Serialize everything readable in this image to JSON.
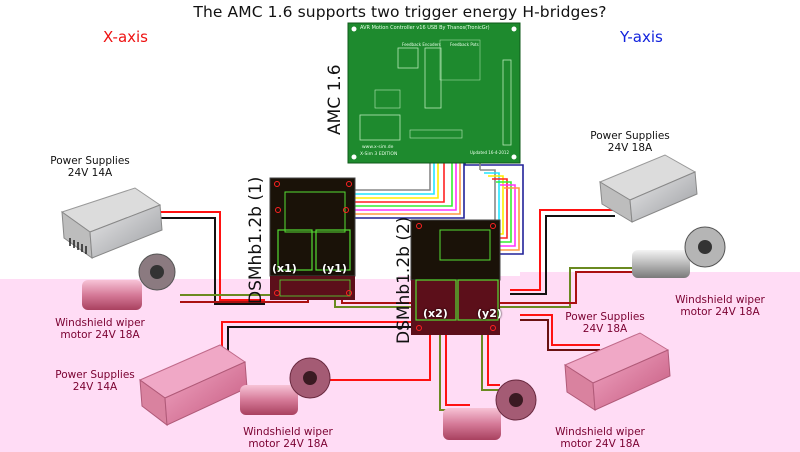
{
  "title": "The AMC 1.6 supports two trigger energy H-bridges?",
  "axes": {
    "x_axis_label": "X-axis",
    "y_axis_label": "Y-axis",
    "x_axis_color": "#ee1111",
    "y_axis_color": "#1122dd"
  },
  "controller": {
    "label": "AMC 1.6",
    "board_title": "AVR Motion Controller v16 USB  By Thanos(TronicGr)",
    "website": "www.x-sim.de",
    "edition": "X-Sim 3 EDITION",
    "updated": "Updated 16-4-2012",
    "section_left": "Feedback Encoders",
    "section_right": "Feedback Pots",
    "board_color": "#1e8a2e"
  },
  "hbridges": [
    {
      "label": "DSMhb1.2b (1)",
      "channels": [
        "(x1)",
        "(y1)"
      ]
    },
    {
      "label": "DSMhb1.2b (2)",
      "channels": [
        "(x2)",
        "(y2)"
      ]
    }
  ],
  "components": {
    "psu_x_top": {
      "line1": "Power Supplies",
      "line2": "24V 14A"
    },
    "psu_y_top": {
      "line1": "Power Supplies",
      "line2": "24V 18A"
    },
    "psu_x_bottom": {
      "line1": "Power Supplies",
      "line2": "24V 14A"
    },
    "psu_y_bottom": {
      "line1": "Power Supplies",
      "line2": "24V 18A"
    },
    "motor_x_top": {
      "line1": "Windshield wiper",
      "line2": "motor 24V 18A"
    },
    "motor_y_top": {
      "line1": "Windshield wiper",
      "line2": "motor 24V 18A"
    },
    "motor_x_bottom": {
      "line1": "Windshield wiper",
      "line2": "motor 24V 18A"
    },
    "motor_y_bottom": {
      "line1": "Windshield wiper",
      "line2": "motor 24V 18A"
    }
  },
  "wire_colors": {
    "power_positive": "#ff1111",
    "power_negative": "#111111",
    "motor_a": "#6a8a20",
    "motor_b": "#aa1111",
    "signal": [
      "#888888",
      "#22e5ff",
      "#ffee00",
      "#ff2222",
      "#33ee33",
      "#ff33ff",
      "#ff9944",
      "#222299"
    ]
  },
  "highlight_color": "#ffdcf5"
}
